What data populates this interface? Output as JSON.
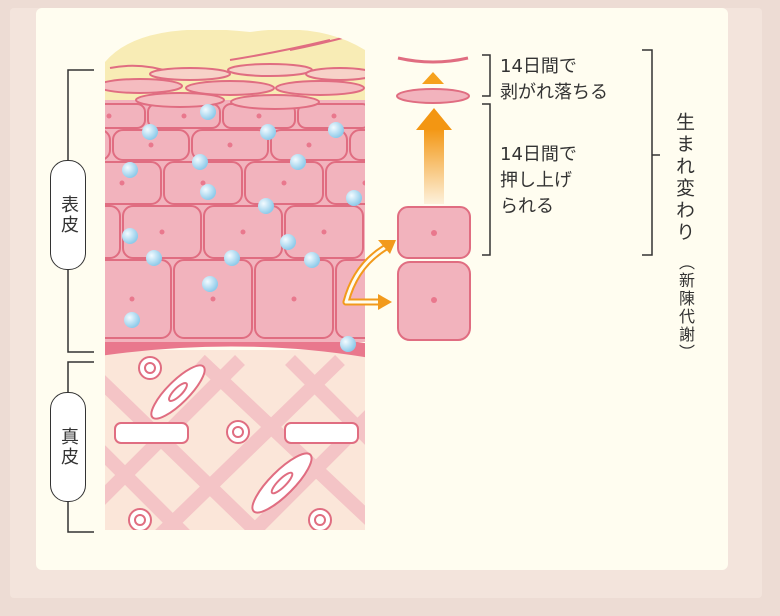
{
  "labels": {
    "epidermis": "表皮",
    "dermis": "真皮",
    "shed": "14日間で\n剥がれ落ちる",
    "pushed": "14日間で\n押し上げ\nられる",
    "turnover": "生まれ変わり",
    "turnover_sub": "（新陳代謝）"
  },
  "colors": {
    "background": "#eddcd4",
    "card": "#fffdf0",
    "cell_fill": "#f2b3bd",
    "cell_border": "#e06d81",
    "basal_layer": "#e9788d",
    "dermis": "#fbe6d9",
    "fiber": "#f4c4c6",
    "water_drop": "#9fd6f0",
    "arrow": "#f29a1c",
    "horny_layer": "#f8ecb5"
  }
}
